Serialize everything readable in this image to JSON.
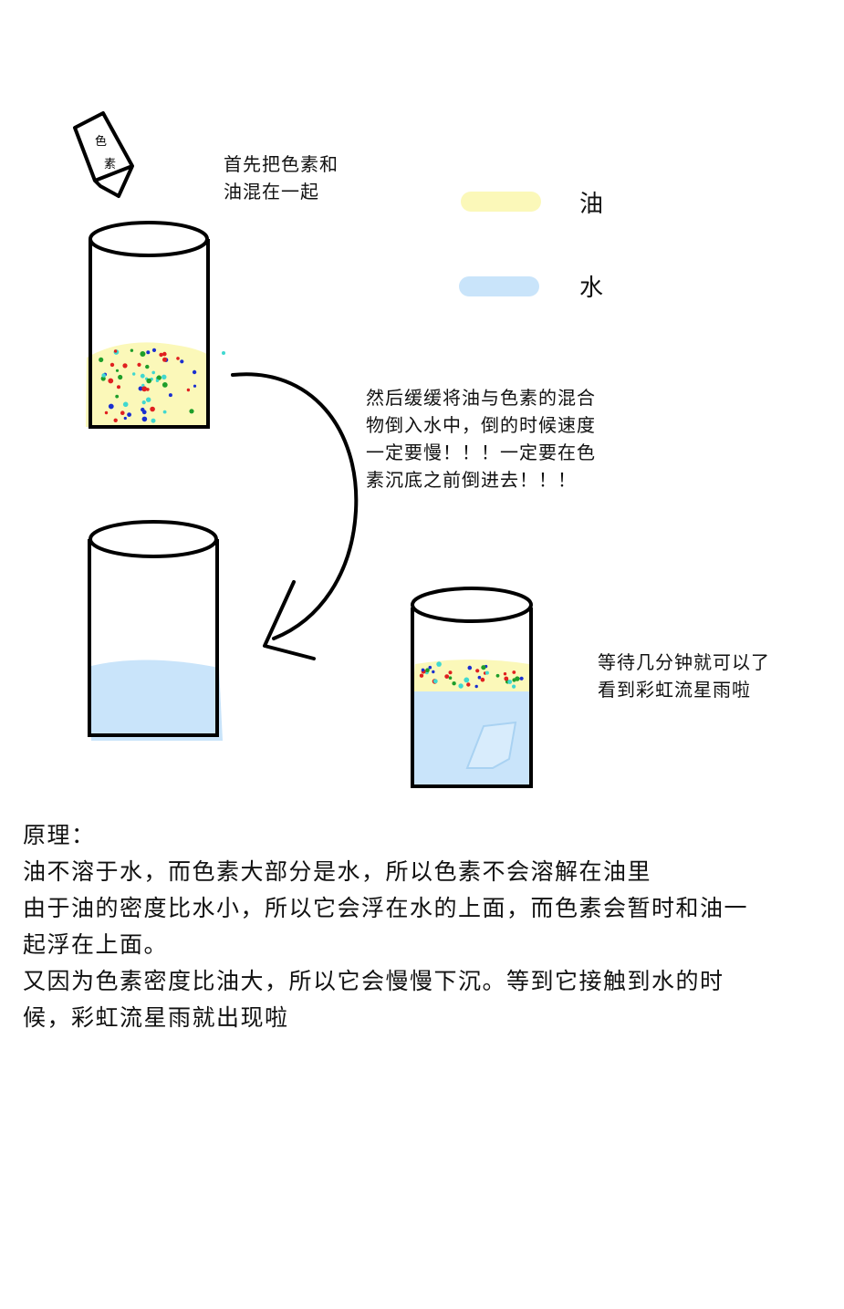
{
  "dye_packet": {
    "label_top": "色",
    "label_bottom": "素"
  },
  "step1": {
    "lines": [
      "首先把色素和",
      "油混在一起"
    ]
  },
  "legend": {
    "oil": {
      "label": "油",
      "color": "#fbf8b9"
    },
    "water": {
      "label": "水",
      "color": "#c9e4fa"
    }
  },
  "step2": {
    "lines": [
      "然后缓缓将油与色素的混合",
      "物倒入水中，倒的时候速度",
      "一定要慢！！！一定要在色",
      "素沉底之前倒进去！！！"
    ]
  },
  "step3": {
    "lines": [
      "等待几分钟就可以了",
      "看到彩虹流星雨啦"
    ]
  },
  "principle": {
    "heading": "原理：",
    "lines": [
      "油不溶于水，而色素大部分是水，所以色素不会溶解在油里",
      "由于油的密度比水小，所以它会浮在水的上面，而色素会暂时和油一",
      "起浮在上面。",
      "又因为色素密度比油大，所以它会慢慢下沉。等到它接触到水的时",
      "候，彩虹流星雨就出现啦"
    ]
  },
  "colors": {
    "ink": "#000000",
    "dye_red": "#e02020",
    "dye_blue": "#1a2fd0",
    "dye_green": "#1e9e2a",
    "dye_cyan": "#40d8d0"
  }
}
